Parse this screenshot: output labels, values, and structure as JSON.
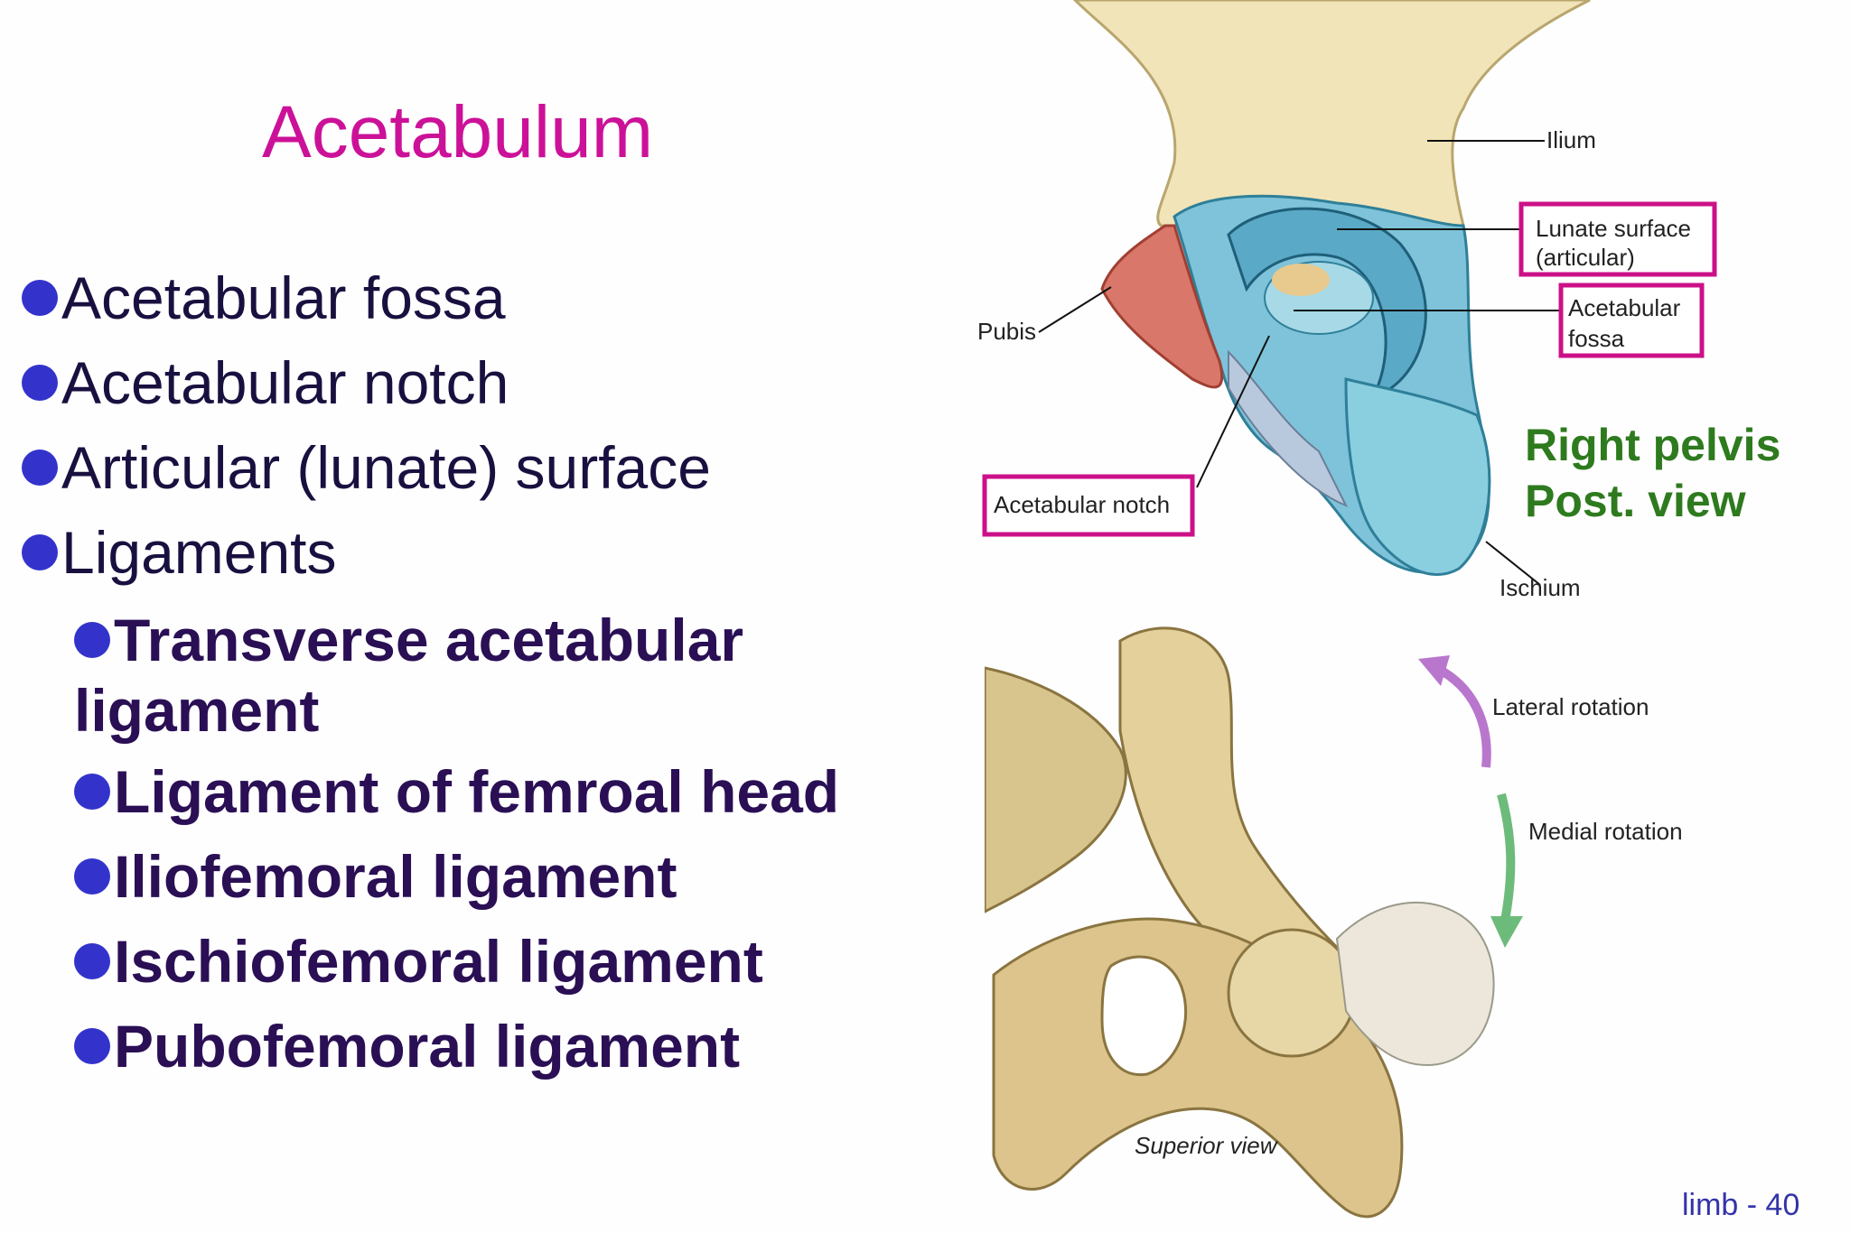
{
  "title": "Acetabulum",
  "bullets": [
    "Acetabular fossa",
    "Acetabular notch",
    "Articular (lunate) surface",
    "Ligaments"
  ],
  "sub_bullets": [
    "Transverse acetabular",
    "ligament",
    "Ligament of femroal head",
    "Iliofemoral ligament",
    "Ischiofemoral ligament",
    "Pubofemoral ligament"
  ],
  "figure_top": {
    "labels": {
      "ilium": "Ilium",
      "lunate_1": "Lunate surface",
      "lunate_2": "(articular)",
      "fossa_1": "Acetabular",
      "fossa_2": "fossa",
      "pubis": "Pubis",
      "notch": "Acetabular notch",
      "ischium": "Ischium"
    },
    "caption_line1": "Right pelvis",
    "caption_line2": "Post. view"
  },
  "figure_bottom": {
    "labels": {
      "lateral": "Lateral rotation",
      "medial": "Medial rotation",
      "superior": "Superior view"
    }
  },
  "footer": "limb - 40",
  "colors": {
    "title": "#cc1199",
    "bullet_dot": "#3333cc",
    "caption": "#2e7a1e",
    "highlight_box": "#cc1188",
    "footer": "#3333aa"
  }
}
